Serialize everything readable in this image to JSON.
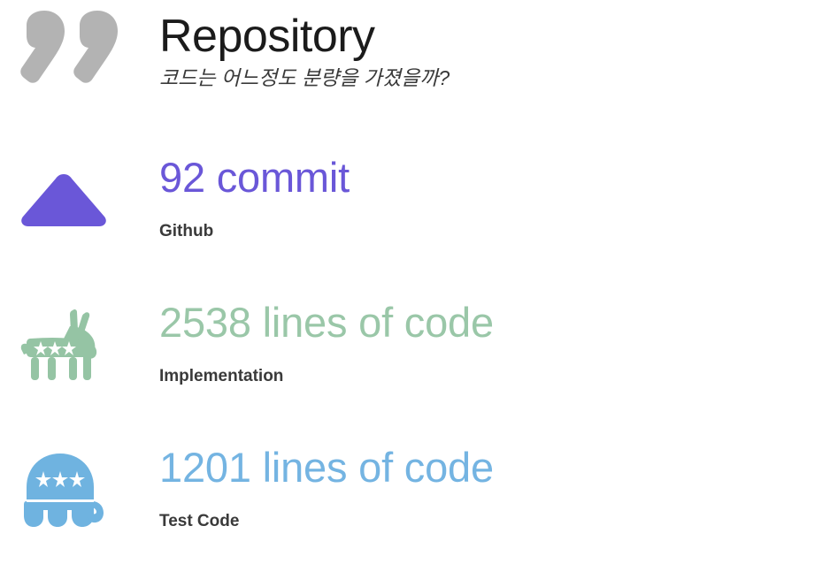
{
  "header": {
    "icon": "quote-marks-icon",
    "title": "Repository",
    "subtitle": "코드는 어느정도 분량을 가졌을까?",
    "quote_color": "#b3b3b3",
    "title_color": "#1b1b1b",
    "subtitle_color": "#3a3a3a"
  },
  "metrics": [
    {
      "icon": "triangle-up-icon",
      "icon_color": "#6a57d8",
      "value": "92 commit",
      "value_color": "#6a57d8",
      "label": "Github"
    },
    {
      "icon": "donkey-icon",
      "icon_color": "#95c4a4",
      "value": "2538 lines of code",
      "value_color": "#9ac7a8",
      "label": "Implementation"
    },
    {
      "icon": "elephant-icon",
      "icon_color": "#6fb3e0",
      "value": "1201 lines of code",
      "value_color": "#74b4e2",
      "label": "Test Code"
    }
  ],
  "background_color": "#ffffff"
}
